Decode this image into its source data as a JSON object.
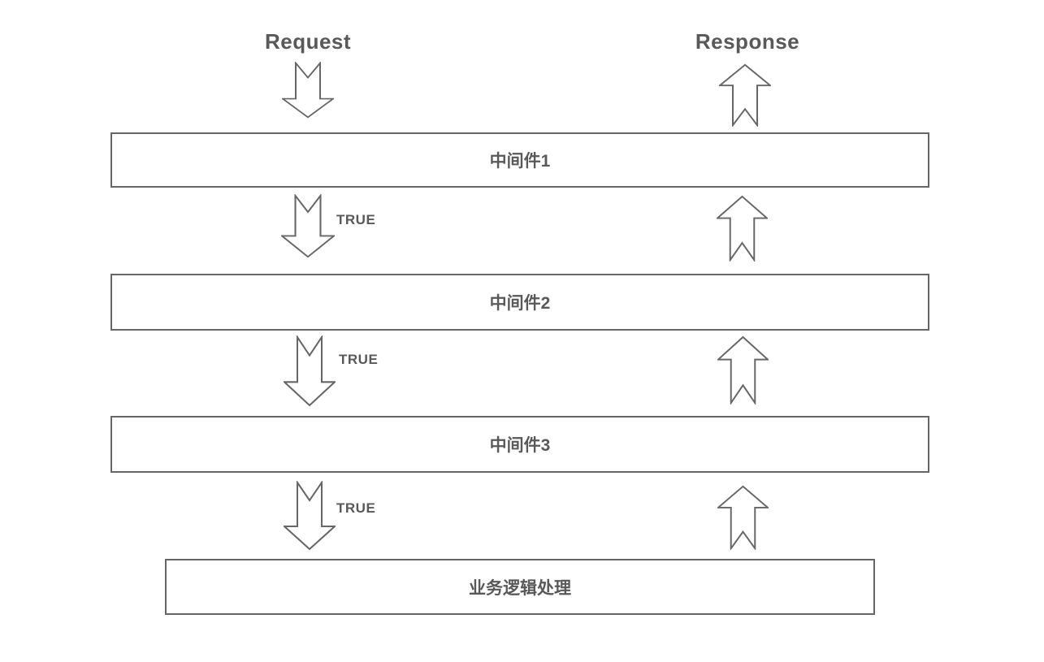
{
  "diagram": {
    "request_label": "Request",
    "response_label": "Response",
    "middlewares": [
      {
        "label": "中间件1"
      },
      {
        "label": "中间件2"
      },
      {
        "label": "中间件3"
      }
    ],
    "business_box_label": "业务逻辑处理",
    "flow_condition_labels": [
      "TRUE",
      "TRUE",
      "TRUE"
    ],
    "icons": {
      "down_arrow": "notched-down-block-arrow-icon",
      "up_arrow": "notched-up-block-arrow-icon"
    },
    "colors": {
      "stroke": "#666666",
      "text": "#595959",
      "background": "#ffffff"
    }
  }
}
